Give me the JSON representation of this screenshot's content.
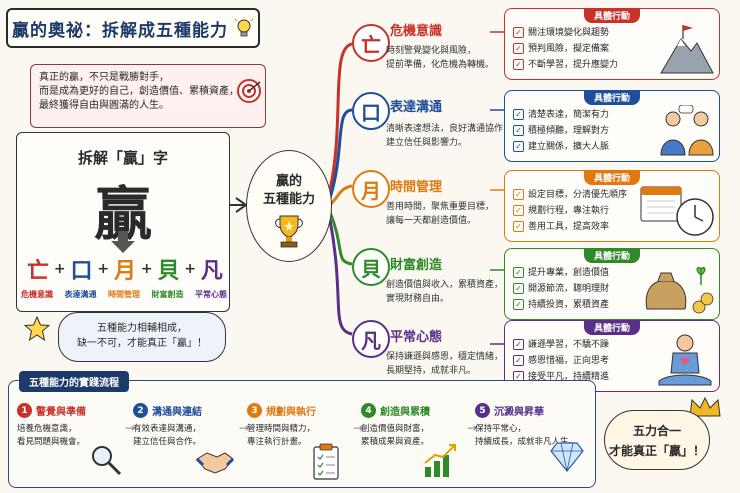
{
  "title": "贏的奧祕：拆解成五種能力",
  "intro": [
    "真正的贏，不只是戰勝對手，",
    "而是成為更好的自己，創造價值、累積資產，",
    "最終獲得自由與圓滿的人生。"
  ],
  "char_card": {
    "title": "拆解「贏」字",
    "big_char": "贏",
    "parts": [
      {
        "char": "亡",
        "label": "危機意識",
        "color": "#c8322a"
      },
      {
        "char": "口",
        "label": "表達溝通",
        "color": "#1f4e9a"
      },
      {
        "char": "月",
        "label": "時間管理",
        "color": "#e07a10"
      },
      {
        "char": "貝",
        "label": "財富創造",
        "color": "#2f8a2a"
      },
      {
        "char": "凡",
        "label": "平常心態",
        "color": "#5a2f8a"
      }
    ],
    "plus": "+"
  },
  "note": [
    "五種能力相輔相成，",
    "缺一不可，才能真正「贏」！"
  ],
  "center": [
    "贏的",
    "五種能力"
  ],
  "branches": [
    {
      "char": "亡",
      "title": "危機意識",
      "color": "#c8322a",
      "desc": [
        "時刻警覺變化與風險，",
        "提前準備，化危機為轉機。"
      ],
      "action_title": "具體行動",
      "actions": [
        "關注環境變化與趨勢",
        "預判風險，擬定備案",
        "不斷學習，提升應變力"
      ]
    },
    {
      "char": "口",
      "title": "表達溝通",
      "color": "#1f4e9a",
      "desc": [
        "清晰表達想法，良好溝通協作，",
        "建立信任與影響力。"
      ],
      "action_title": "具體行動",
      "actions": [
        "清楚表達，簡潔有力",
        "積極傾聽，理解對方",
        "建立關係，擴大人脈"
      ]
    },
    {
      "char": "月",
      "title": "時間管理",
      "color": "#e07a10",
      "desc": [
        "善用時間，聚焦重要目標，",
        "讓每一天都創造價值。"
      ],
      "action_title": "具體行動",
      "actions": [
        "設定目標，分清優先順序",
        "規劃行程，專注執行",
        "善用工具，提高效率"
      ]
    },
    {
      "char": "貝",
      "title": "財富創造",
      "color": "#2f8a2a",
      "desc": [
        "創造價值與收入，累積資產，",
        "實現財務自由。"
      ],
      "action_title": "具體行動",
      "actions": [
        "提升專業，創造價值",
        "開源節流，聰明理財",
        "持續投資，累積資產"
      ]
    },
    {
      "char": "凡",
      "title": "平常心態",
      "color": "#5a2f8a",
      "desc": [
        "保持謙遜與感恩，穩定情緒，",
        "長期堅持，成就非凡。"
      ],
      "action_title": "具體行動",
      "actions": [
        "謙遜學習，不驕不躁",
        "感恩惜福，正向思考",
        "接受平凡，持續精進"
      ]
    }
  ],
  "flow": {
    "title": "五種能力的實踐流程",
    "steps": [
      {
        "num": "1",
        "title": "警覺與準備",
        "color": "#c8322a",
        "desc": [
          "培養危機意識，",
          "看見問題與機會。"
        ]
      },
      {
        "num": "2",
        "title": "溝通與連結",
        "color": "#1f4e9a",
        "desc": [
          "有效表達與溝通，",
          "建立信任與合作。"
        ]
      },
      {
        "num": "3",
        "title": "規劃與執行",
        "color": "#e07a10",
        "desc": [
          "管理時間與精力，",
          "專注執行計畫。"
        ]
      },
      {
        "num": "4",
        "title": "創造與累積",
        "color": "#2f8a2a",
        "desc": [
          "創造價值與財富，",
          "累積成果與資產。"
        ]
      },
      {
        "num": "5",
        "title": "沉澱與昇華",
        "color": "#5a2f8a",
        "desc": [
          "保持平常心，",
          "持續成長，成就非凡人生。"
        ]
      }
    ]
  },
  "final": [
    "五力合一",
    "才能真正「贏」！"
  ]
}
